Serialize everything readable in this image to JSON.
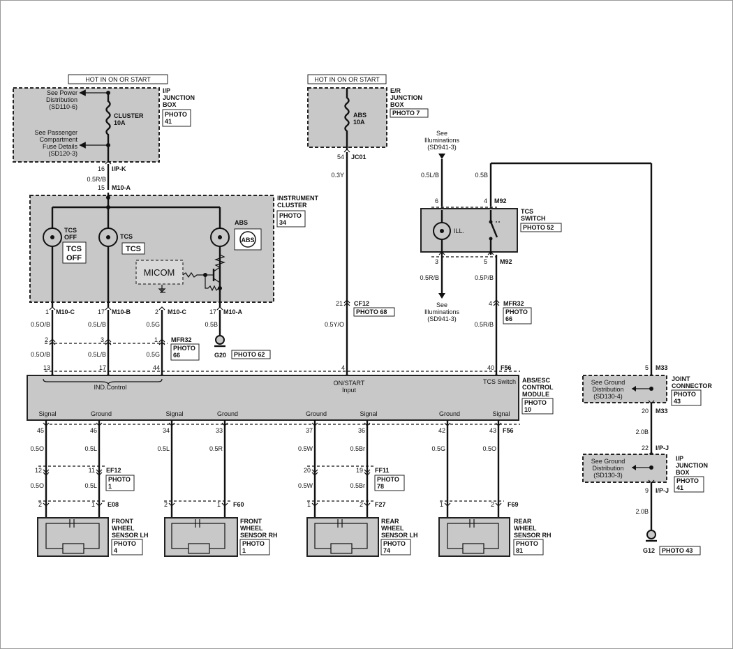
{
  "hot_labels": [
    "HOT IN ON OR START",
    "HOT IN ON OR START"
  ],
  "ip_box": {
    "title": [
      "I/P",
      "JUNCTION",
      "BOX"
    ],
    "photo": [
      "PHOTO",
      "41"
    ],
    "fuse": [
      "CLUSTER",
      "10A"
    ],
    "note1": [
      "See Power",
      "Distribution",
      "(SD110-6)"
    ],
    "note2": [
      "See Passenger",
      "Compartment",
      "Fuse Details",
      "(SD120-3)"
    ]
  },
  "er_box": {
    "title": [
      "E/R",
      "JUNCTION",
      "BOX"
    ],
    "photo": "PHOTO 7",
    "fuse": [
      "ABS",
      "10A"
    ]
  },
  "illum_top": [
    "See",
    "Illuminations",
    "(SD941-3)"
  ],
  "illum_bottom": [
    "See",
    "Illuminations",
    "(SD941-3)"
  ],
  "cluster": {
    "title": [
      "INSTRUMENT",
      "CLUSTER"
    ],
    "photo": [
      "PHOTO",
      "34"
    ],
    "lamps": [
      "TCS",
      "OFF",
      "TCS",
      "ABS"
    ],
    "indicators": [
      "TCS",
      "OFF",
      "TCS",
      "ABS"
    ],
    "micom": "MICOM"
  },
  "tcs_switch": {
    "title": [
      "TCS",
      "SWITCH"
    ],
    "photo": "PHOTO 52",
    "ill": "ILL."
  },
  "module": {
    "title": [
      "ABS/ESC",
      "CONTROL",
      "MODULE"
    ],
    "photo": [
      "PHOTO",
      "10"
    ],
    "ind_control": "IND.Control",
    "on_start": [
      "ON/START",
      "Input"
    ],
    "tcs_switch_label": "TCS Switch",
    "pins_bottom": [
      "Signal",
      "Ground",
      "Signal",
      "Ground",
      "Ground",
      "Signal",
      "Ground",
      "Signal"
    ]
  },
  "joint_connector": {
    "title": [
      "JOINT",
      "CONNECTOR"
    ],
    "photo": [
      "PHOTO",
      "43"
    ],
    "note": [
      "See Ground",
      "Distribution",
      "(SD130-4)"
    ]
  },
  "ip_box2": {
    "title": [
      "I/P",
      "JUNCTION",
      "BOX"
    ],
    "photo": [
      "PHOTO",
      "41"
    ],
    "note": [
      "See Ground",
      "Distribution",
      "(SD130-3)"
    ]
  },
  "sensors": [
    {
      "name": [
        "FRONT",
        "WHEEL",
        "SENSOR LH"
      ],
      "photo": [
        "PHOTO",
        "4"
      ]
    },
    {
      "name": [
        "FRONT",
        "WHEEL",
        "SENSOR RH"
      ],
      "photo": [
        "PHOTO",
        "1"
      ]
    },
    {
      "name": [
        "REAR",
        "WHEEL",
        "SENSOR LH"
      ],
      "photo": [
        "PHOTO",
        "74"
      ]
    },
    {
      "name": [
        "REAR",
        "WHEEL",
        "SENSOR RH"
      ],
      "photo": [
        "PHOTO",
        "81"
      ]
    }
  ],
  "grounds": [
    {
      "name": "G20",
      "photo": "PHOTO 62"
    },
    {
      "name": "G12",
      "photo": "PHOTO 43"
    }
  ],
  "connectors": {
    "ipk": "I/P-K",
    "m10a_top": "M10-A",
    "jc01": "JC01",
    "m92_top": "M92",
    "m92_bot": "M92",
    "m10c1": "M10-C",
    "m10b": "M10-B",
    "m10c2": "M10-C",
    "m10a": "M10-A",
    "mfr32_a": "MFR32",
    "mfr32_b": "MFR32",
    "cf12": "CF12",
    "photo_cf12": "PHOTO 68",
    "photo_mfr32_a": [
      "PHOTO",
      "66"
    ],
    "photo_mfr32_b": [
      "PHOTO",
      "66"
    ],
    "f56_top": "F56",
    "f56_bot": "F56",
    "m33_a": "M33",
    "m33_b": "M33",
    "ipj_a": "I/P-J",
    "ipj_b": "I/P-J",
    "ef12": "EF12",
    "ef12_photo": [
      "PHOTO",
      "1"
    ],
    "ff11": "FF11",
    "ff11_photo": [
      "PHOTO",
      "78"
    ],
    "e08": "E08",
    "f60": "F60",
    "f27": "F27",
    "f69": "F69"
  },
  "pins": {
    "p16": "16",
    "p15": "15",
    "p54": "54",
    "p6": "6",
    "p4": "4",
    "p3": "3",
    "p5": "5",
    "c1": "1",
    "c17": "17",
    "c2": "2",
    "c17b": "17",
    "m2": "2",
    "m3": "3",
    "m1": "1",
    "m4": "4",
    "cf21": "21",
    "mod13": "13",
    "mod17": "17",
    "mod44": "44",
    "mod4": "4",
    "mod40": "40",
    "b45": "45",
    "b46": "46",
    "b34": "34",
    "b33": "33",
    "b37": "37",
    "b36": "36",
    "b42": "42",
    "b43": "43",
    "ef12": "12",
    "ef11": "11",
    "ff20": "20",
    "ff19": "19",
    "s2a": "2",
    "s1a": "1",
    "s2b": "2",
    "s1b": "1",
    "s1c": "1",
    "s2c": "2",
    "s1d": "1",
    "s2d": "2",
    "j5": "5",
    "j20": "20",
    "j22": "22",
    "j9": "9"
  },
  "wires": {
    "w_05rb": "0.5R/B",
    "w_03y": "0.3Y",
    "w_05lb_top": "0.5L/B",
    "w_05b_top": "0.5B",
    "w_05rb2": "0.5R/B",
    "w_05pb": "0.5P/B",
    "w_05rb3": "0.5R/B",
    "w_05yo": "0.5Y/O",
    "c_05ob": "0.5O/B",
    "c_05lb": "0.5L/B",
    "c_05g": "0.5G",
    "c_05b": "0.5B",
    "c_05ob2": "0.5O/B",
    "c_05lb2": "0.5L/B",
    "c_05g2": "0.5G",
    "b_05o": "0.5O",
    "b_05l": "0.5L",
    "b_05l2": "0.5L",
    "b_05r": "0.5R",
    "b_05w": "0.5W",
    "b_05br": "0.5Br",
    "b_05g": "0.5G",
    "b_05o2": "0.5O",
    "b_05o3": "0.5O",
    "b_05l3": "0.5L",
    "b_05w2": "0.5W",
    "b_05br2": "0.5Br",
    "g_20b": "2.0B",
    "g_20b2": "2.0B"
  }
}
